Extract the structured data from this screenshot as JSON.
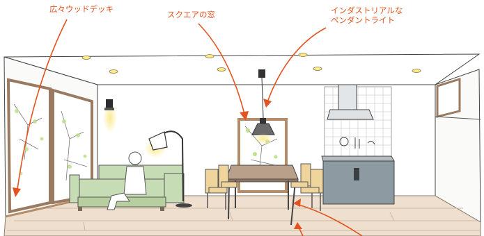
{
  "labels": {
    "deck": "広々ウッドデッキ",
    "window": "スクエアの窓",
    "pendant_line1": "インダストリアルな",
    "pendant_line2": "ペンダントライト"
  },
  "colors": {
    "annotation": "#e2531f",
    "sofa": "#c6dcb4",
    "chair": "#efd49c",
    "floor": "#eedfcf",
    "counter": "#8d9aa1",
    "wood": "#b38c6a",
    "leaves": "#bfe08b",
    "light": "#fbe98a"
  },
  "icons": [
    "wall-spotlight-icon",
    "floor-lamp-icon",
    "pendant-lamp-icon",
    "range-hood-icon"
  ]
}
